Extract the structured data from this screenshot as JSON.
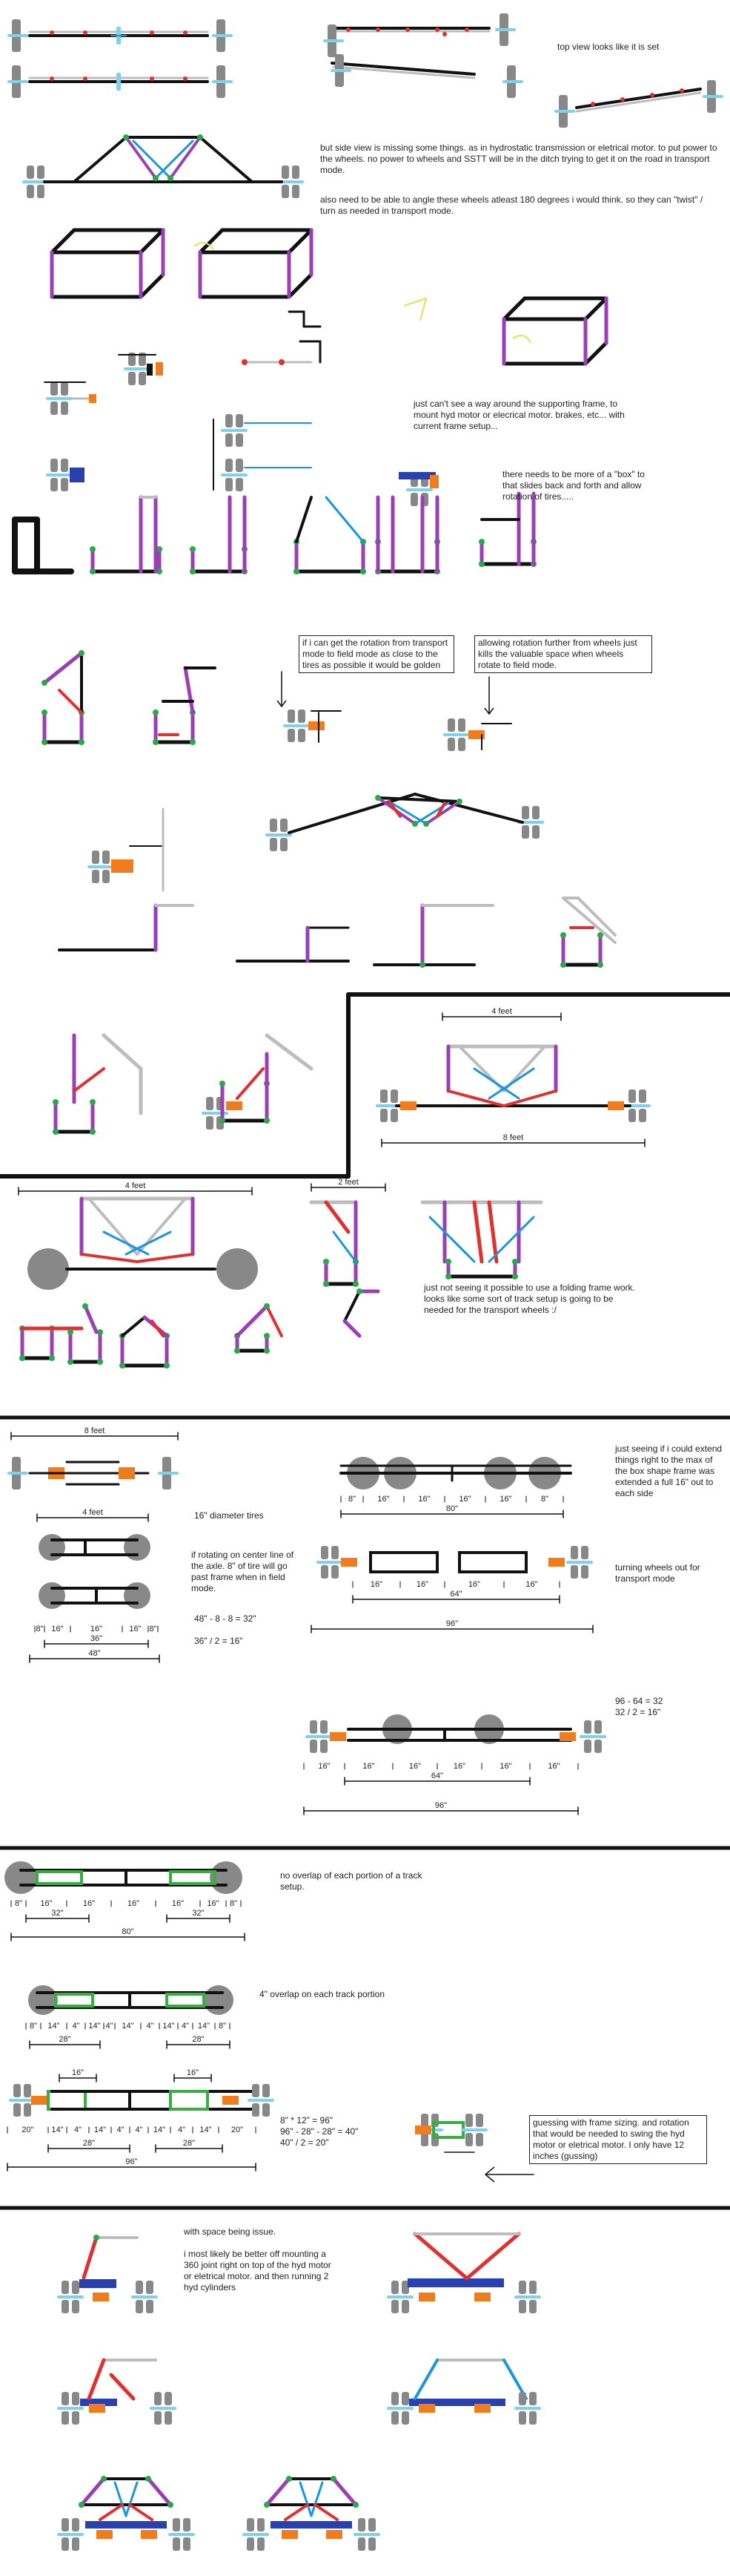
{
  "colors": {
    "frame": "#111111",
    "arm": "#9b3fb5",
    "tire": "#888888",
    "axle": "#7fd0ea",
    "hub": "#2aa84a",
    "cylinder": "#e03030",
    "rod": "#bdbdbd",
    "motor": "#f07c1e",
    "plate": "#2840b0",
    "link": "#1a96e0",
    "track": "#35b040",
    "arc": "#d8e84a"
  },
  "notes": [
    "top view looks like it is set",
    "but side view is missing some things.  as in hydrostatic transmission or eletrical motor.  to put power to the wheels.   no power to wheels and SSTT will be in the ditch trying to get it on the road in transport mode.",
    "also need to be able to angle these wheels atleast 180 degrees i would think. so they can \"twist\" / turn as needed in transport mode.",
    "just can't see a way around the supporting frame, to mount hyd motor or elecrical motor. brakes, etc... with current frame setup...",
    "there needs to be more of a \"box\" to that slides back and forth and allow rotation of tires.....",
    "if i can get the rotation from transport mode to field mode as close to the tires as possible it would be golden",
    "allowing rotation further from wheels just kills the valuable space when wheels rotate to field mode.",
    "just not seeing it possible to use a folding frame work.  looks like some sort of track setup is going to be needed for the transport wheels :/",
    "just seeing if i could extend things right to the max of the box shape frame was extended a full 16\" out to each side",
    "turning wheels out for transport mode",
    "no overlap of each portion of a track setup.",
    "4\" overlap on each track portion",
    "guessing with frame sizing. and rotation that would be needed to swing the hyd motor or eletrical motor.  I only have 12 inches (gussing)",
    "with space being issue.",
    "i most likely be better off mounting a 360 joint right on top of the hyd motor or eletrical motor. and then running 2 hyd cylinders"
  ],
  "calcs": [
    "16\" diameter tires",
    "if rotating on center line of the axle. 8\" of tire will go past frame when in field mode.",
    "48\" - 8 - 8 = 32\"",
    "36\" / 2 = 16\"",
    "96 - 64 = 32\n32 / 2 = 16\"",
    "8\" * 12\" = 96\"\n96\" - 28\" - 28\" = 40\"\n40\" / 2 = 20\""
  ],
  "dims": {
    "four_feet": "4 feet",
    "eight_feet": "8 feet",
    "two_feet": "2 feet",
    "d8": "8\"",
    "d16": "16\"",
    "d14": "14\"",
    "d4": "4\"",
    "d20": "20\"",
    "d28": "28\"",
    "d32": "32\"",
    "d36": "36\"",
    "d48": "48\"",
    "d64": "64\"",
    "d80": "80\"",
    "d96": "96\""
  }
}
